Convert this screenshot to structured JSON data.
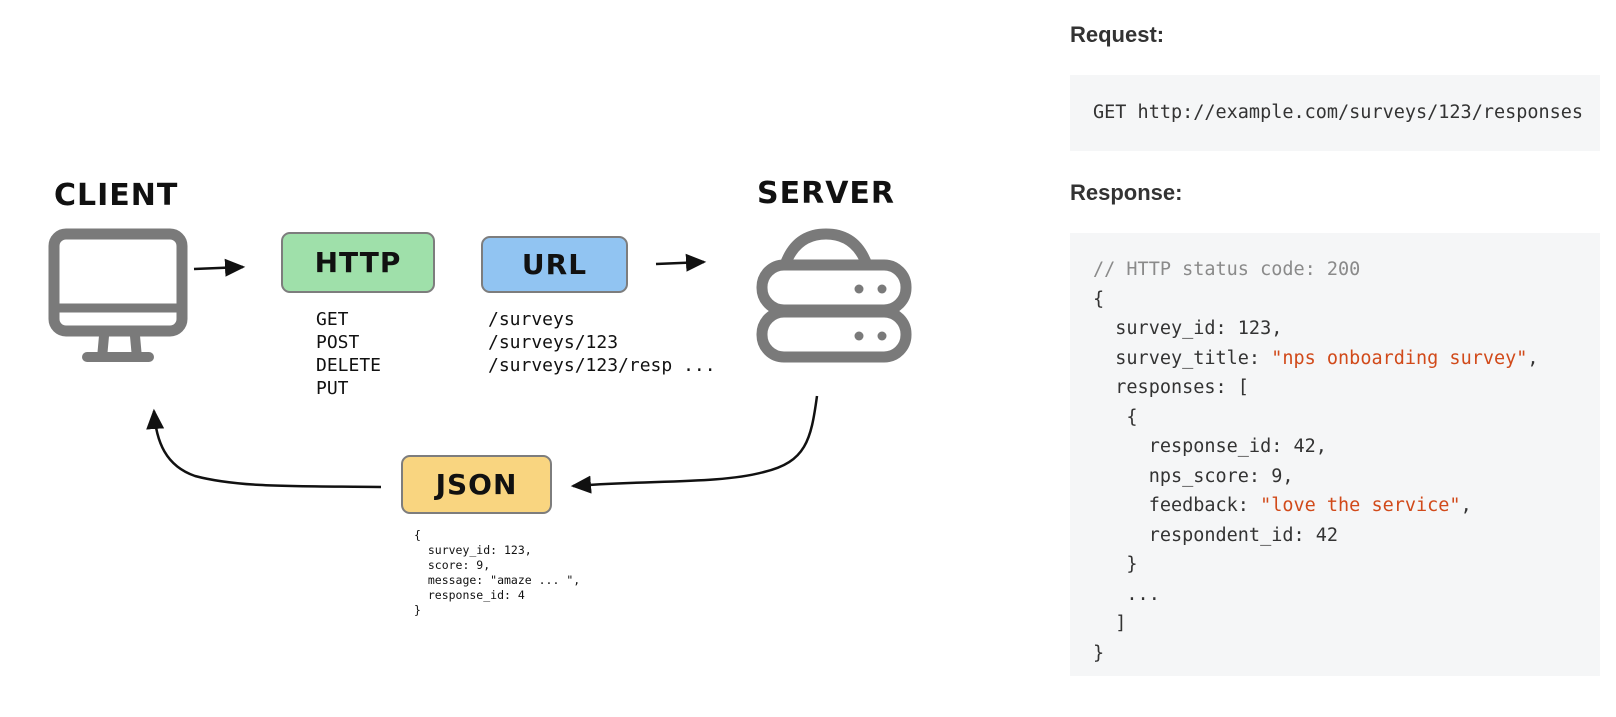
{
  "diagram": {
    "client_title": "CLIENT",
    "server_title": "SERVER",
    "http_label": "HTTP",
    "url_label": "URL",
    "json_label": "JSON",
    "methods": [
      "GET",
      "POST",
      "DELETE",
      "PUT"
    ],
    "urls": [
      "/surveys",
      "/surveys/123",
      "/surveys/123/resp ..."
    ],
    "json_snippet": [
      "{",
      "  survey_id: 123,",
      "  score: 9,",
      "  message: \"amaze ... \",",
      "  response_id: 4",
      "}"
    ],
    "colors": {
      "http": "#9fe0aa",
      "url": "#91c4f2",
      "json": "#f9d580",
      "icon_gray": "#7a7a7a"
    },
    "icons": {
      "client": "monitor-icon",
      "server": "database-server-icon"
    }
  },
  "panel": {
    "request_heading": "Request:",
    "request_line": "GET http://example.com/surveys/123/responses",
    "response_heading": "Response:",
    "response_lines": [
      [
        {
          "t": "// HTTP status code: 200",
          "c": "cmt"
        }
      ],
      [
        {
          "t": "{"
        }
      ],
      [
        {
          "t": "  survey_id: 123,"
        }
      ],
      [
        {
          "t": "  survey_title: "
        },
        {
          "t": "\"nps onboarding survey\"",
          "c": "str"
        },
        {
          "t": ","
        }
      ],
      [
        {
          "t": "  responses: ["
        }
      ],
      [
        {
          "t": "   {"
        }
      ],
      [
        {
          "t": "     response_id: 42,"
        }
      ],
      [
        {
          "t": "     nps_score: 9,"
        }
      ],
      [
        {
          "t": "     feedback: "
        },
        {
          "t": "\"love the service\"",
          "c": "str"
        },
        {
          "t": ","
        }
      ],
      [
        {
          "t": "     respondent_id: 42"
        }
      ],
      [
        {
          "t": "   }"
        }
      ],
      [
        {
          "t": "   ..."
        }
      ],
      [
        {
          "t": "  ]"
        }
      ],
      [
        {
          "t": "}"
        }
      ]
    ]
  }
}
